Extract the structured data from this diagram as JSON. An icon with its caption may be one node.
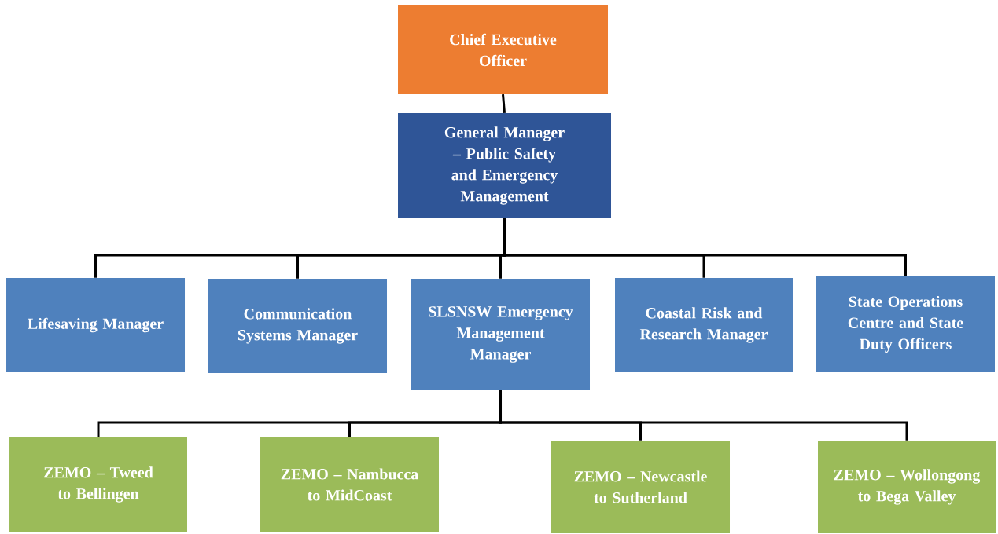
{
  "diagram": {
    "nodes": [
      {
        "text": [
          "Chief Executive Officer"
        ]
      },
      {
        "text": [
          "General Manager – Public Safety and Emergency Management"
        ]
      },
      {
        "text": [
          "Lifesaving Manager"
        ]
      },
      {
        "text": [
          "Communication Systems Manager"
        ]
      },
      {
        "text": [
          "SLSNSW Emergency Management Manager"
        ]
      },
      {
        "text": [
          "Coastal Risk and Research Manager"
        ]
      },
      {
        "text": [
          "State Operations Centre and State Duty Officers"
        ]
      },
      {
        "text": [
          "ZEMO – Tweed to Bellingen"
        ]
      },
      {
        "text": [
          "ZEMO – Nambucca to MidCoast"
        ]
      },
      {
        "text": [
          "ZEMO – Newcastle to Sutherland"
        ]
      },
      {
        "text": [
          "ZEMO – Wollongong to Bega Valley"
        ]
      }
    ],
    "edges": [
      {
        "from": 0,
        "to": 1,
        "arrow": "none"
      },
      {
        "from": 1,
        "to": 2,
        "arrow": "none"
      },
      {
        "from": 1,
        "to": 3,
        "arrow": "none"
      },
      {
        "from": 1,
        "to": 4,
        "arrow": "none"
      },
      {
        "from": 1,
        "to": 5,
        "arrow": "none"
      },
      {
        "from": 1,
        "to": 6,
        "arrow": "none"
      },
      {
        "from": 4,
        "to": 7,
        "arrow": "none"
      },
      {
        "from": 4,
        "to": 8,
        "arrow": "none"
      },
      {
        "from": 4,
        "to": 9,
        "arrow": "none"
      },
      {
        "from": 4,
        "to": 10,
        "arrow": "none"
      }
    ]
  }
}
